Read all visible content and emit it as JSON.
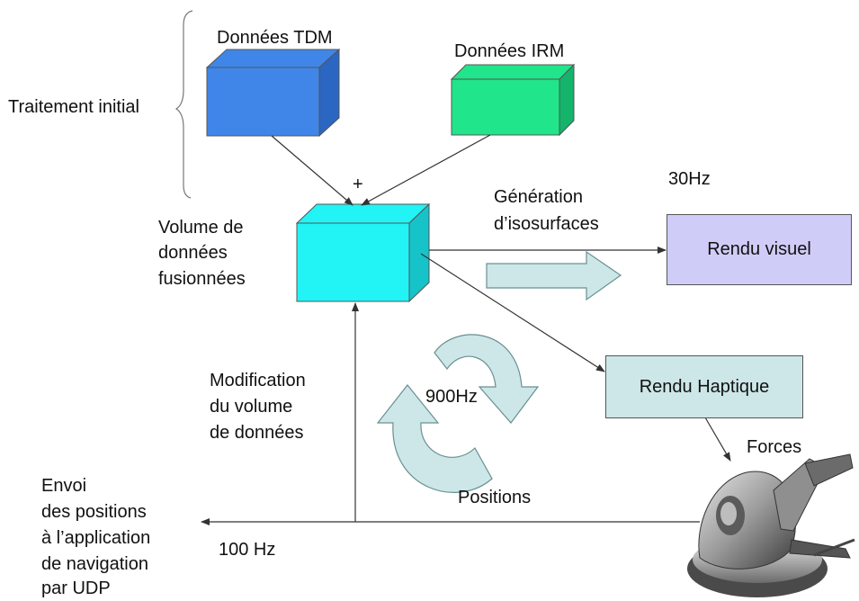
{
  "labels": {
    "tdm": "Données TDM",
    "irm": "Données IRM",
    "traitement": "Traitement initial",
    "plus": "+",
    "freq_30": "30Hz",
    "generation_line1": "Génération",
    "generation_line2": "d’isosurfaces",
    "volume_line1": "Volume de",
    "volume_line2": "données",
    "volume_line3": "fusionnées",
    "modification_line1": "Modification",
    "modification_line2": "du volume",
    "modification_line3": "de données",
    "freq_900": "900Hz",
    "forces": "Forces",
    "positions": "Positions",
    "envoi_line1": "Envoi",
    "envoi_line2": "des positions",
    "envoi_line3": "à l’application",
    "envoi_line4": "de navigation",
    "envoi_line5": "par UDP",
    "freq_100": "100 Hz"
  },
  "boxes": {
    "rendu_visuel": "Rendu visuel",
    "rendu_haptique": "Rendu Haptique"
  },
  "colors": {
    "tdm_front": "#3f86e8",
    "tdm_side": "#2b66c2",
    "irm_front": "#21e58a",
    "irm_side": "#14b46a",
    "volume_front": "#22f3f5",
    "volume_side": "#16c3c9",
    "rendu_visuel_fill": "#cfcdf8",
    "rendu_haptique_fill": "#cde7e8",
    "arrow_fill": "#cde7e8",
    "line": "#333333"
  },
  "icons": {
    "haptic_device": "haptic-device-icon",
    "cycle": "circular-arrows-icon"
  }
}
